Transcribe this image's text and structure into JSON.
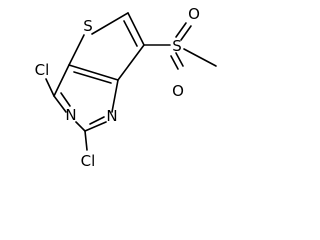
{
  "molecule": {
    "atoms": {
      "thiophene_sulfur": "S",
      "sulfonyl_sulfur": "S",
      "sulfonyl_oxygen_top": "O",
      "sulfonyl_oxygen_bottom": "O",
      "nitrogen_left": "N",
      "nitrogen_bottom": "N",
      "chlorine_top": "Cl",
      "chlorine_bottom": "Cl"
    }
  },
  "colors": {
    "bond": "#000000",
    "label": "#000000",
    "background": "#ffffff"
  }
}
